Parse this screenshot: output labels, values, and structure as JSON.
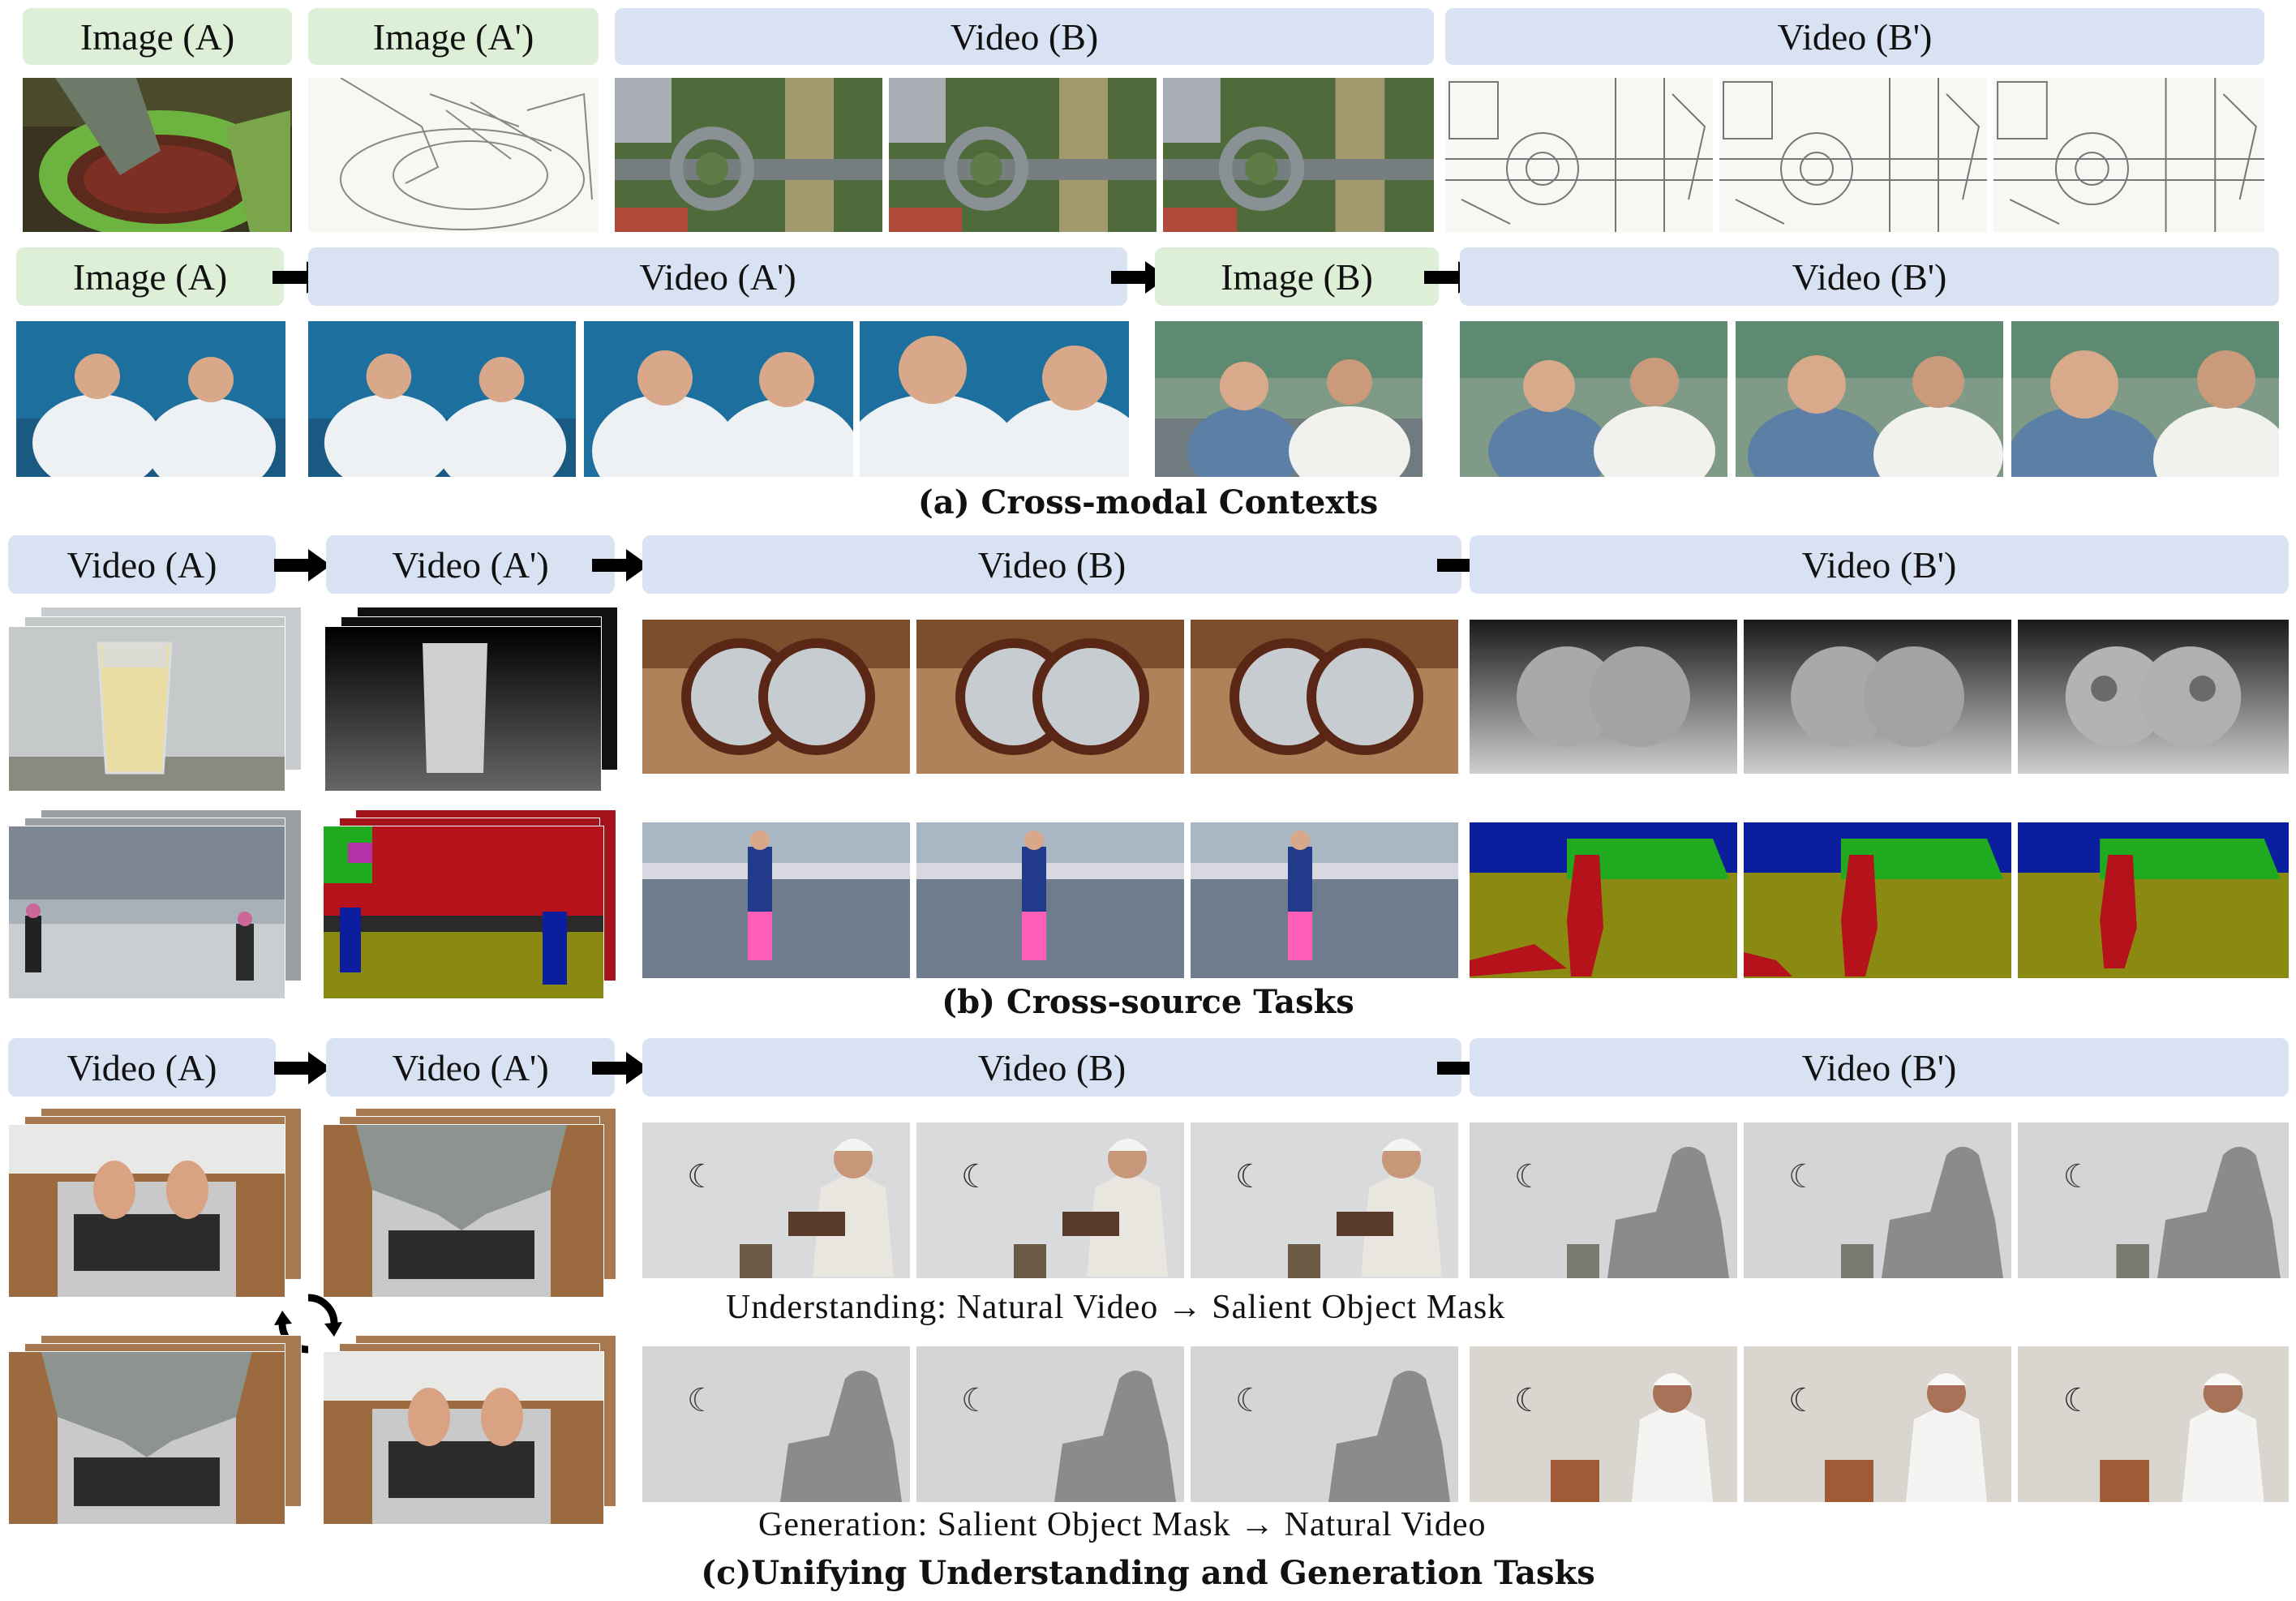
{
  "section_a": {
    "row1": {
      "h_image_a": "Image (A)",
      "h_image_a2": "Image (A')",
      "h_video_b": "Video (B)",
      "h_video_b2": "Video (B')"
    },
    "row2": {
      "h_image_a": "Image (A)",
      "h_video_a2": "Video (A')",
      "h_image_b": "Image (B)",
      "h_video_b2": "Video (B')"
    },
    "caption": "(a) Cross-modal Contexts"
  },
  "section_b": {
    "h_video_a": "Video (A)",
    "h_video_a2": "Video (A')",
    "h_video_b": "Video (B)",
    "h_video_b2": "Video (B')",
    "caption": "(b) Cross-source Tasks"
  },
  "section_c": {
    "h_video_a": "Video (A)",
    "h_video_a2": "Video (A')",
    "h_video_b": "Video (B)",
    "h_video_b2": "Video (B')",
    "understanding_label": "Understanding: Natural Video → Salient Object Mask",
    "generation_label": "Generation: Salient Object Mask → Natural Video",
    "caption": "(c)Unifying Understanding and Generation Tasks"
  },
  "colors": {
    "image_header": "#deefd8",
    "video_header": "#d9e2f3",
    "arrow": "#000000",
    "seg_red": "#b5121b",
    "seg_green": "#1faa1f",
    "seg_blue": "#0b1e9e",
    "seg_olive": "#8a8a12"
  },
  "icons": {
    "arrow": "right-arrow-icon",
    "cycle": "cycle-icon"
  }
}
